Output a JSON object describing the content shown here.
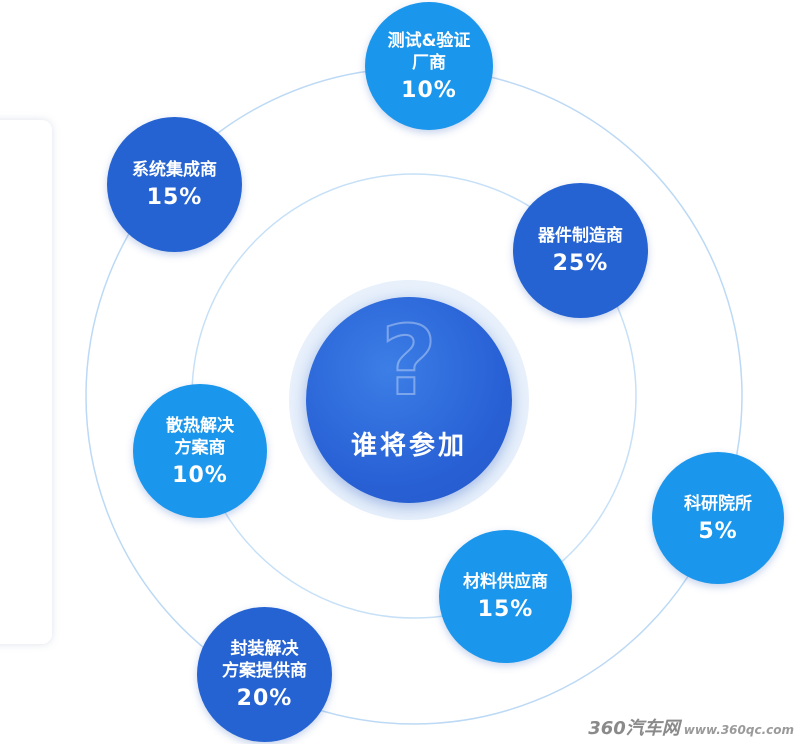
{
  "center": {
    "title": "谁将参加",
    "icon": "question-mark-icon"
  },
  "nodes": [
    {
      "id": "test",
      "label": "测试&验证\n厂商",
      "percent": "10%",
      "style": "light"
    },
    {
      "id": "system",
      "label": "系统集成商",
      "percent": "15%",
      "style": "dark"
    },
    {
      "id": "device",
      "label": "器件制造商",
      "percent": "25%",
      "style": "dark"
    },
    {
      "id": "thermal",
      "label": "散热解决\n方案商",
      "percent": "10%",
      "style": "light"
    },
    {
      "id": "research",
      "label": "科研院所",
      "percent": "5%",
      "style": "light"
    },
    {
      "id": "material",
      "label": "材料供应商",
      "percent": "15%",
      "style": "light"
    },
    {
      "id": "package",
      "label": "封装解决\n方案提供商",
      "percent": "20%",
      "style": "dark"
    }
  ],
  "watermark": {
    "logo": "360汽车网",
    "site": "www.360qc.com"
  },
  "colors": {
    "dark_node": "#2563d2",
    "light_node": "#1a96ec",
    "center": "#2962d6",
    "ring": "#bcd9f5"
  }
}
